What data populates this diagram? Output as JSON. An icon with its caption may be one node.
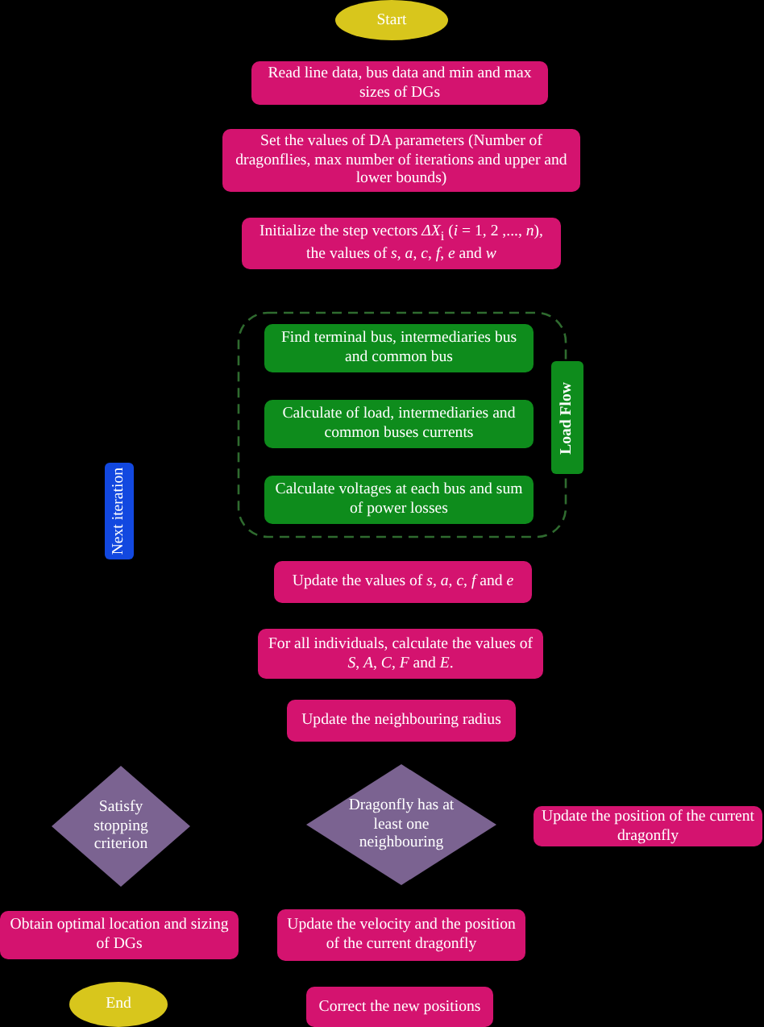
{
  "diagram": {
    "nodes": [
      {
        "text": [
          "Start"
        ]
      },
      {
        "text": [
          "Read line data, bus data and min and max sizes of DGs"
        ]
      },
      {
        "text": [
          "Set the values of DA parameters (Number of dragonflies, max number of iterations and upper and lower bounds)"
        ]
      },
      {
        "text": [
          "Initialize the step vectors *ΔX*$_{i}$ (*i* = 1, 2 ,..., *n*), the values of *s*, *a*, *c*, *f*, *e* and *w*"
        ]
      },
      {
        "text": [],
        "shape": "box"
      },
      {
        "text": [
          "Find terminal bus, intermediaries bus and common bus"
        ],
        "in": 4
      },
      {
        "text": [
          "Calculate of load, intermediaries and common buses currents"
        ],
        "in": 4
      },
      {
        "text": [
          "Calculate voltages at each bus and sum of power losses"
        ],
        "in": 4
      },
      {
        "text": [
          "Load Flow"
        ]
      },
      {
        "text": [
          "Next iteration"
        ]
      },
      {
        "text": [
          "Update the values of *s*, *a*, *c*, *f* and *e*"
        ]
      },
      {
        "text": [
          "For all individuals, calculate the values of *S*, *A*, *C*, *F* and *E*."
        ]
      },
      {
        "text": [
          "Update the neighbouring radius"
        ]
      },
      {
        "text": [
          "Satisfy stopping criterion"
        ]
      },
      {
        "text": [
          "Dragonfly has at least one neighbouring"
        ]
      },
      {
        "text": [
          "Update the position of the current dragonfly"
        ]
      },
      {
        "text": [
          "Obtain optimal location and sizing of DGs"
        ]
      },
      {
        "text": [
          "Update the velocity and the position of the current dragonfly"
        ]
      },
      {
        "text": [
          "End"
        ]
      },
      {
        "text": [
          "Correct the new positions"
        ]
      }
    ]
  }
}
